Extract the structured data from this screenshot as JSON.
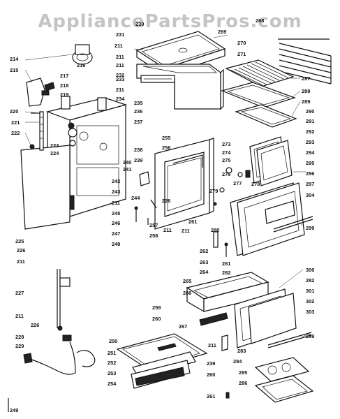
{
  "watermark": "AppliancePartsPros.com",
  "labels": [
    "214",
    "215",
    "216",
    "217",
    "218",
    "219",
    "220",
    "221",
    "222",
    "223",
    "224",
    "225",
    "226",
    "211",
    "226",
    "227",
    "211",
    "228",
    "229",
    "250",
    "251",
    "252",
    "253",
    "254",
    "211",
    "230",
    "231",
    "211",
    "211",
    "232",
    "211",
    "233",
    "234",
    "235",
    "236",
    "237",
    "238",
    "239",
    "240",
    "241",
    "242",
    "243",
    "211",
    "245",
    "246",
    "247",
    "248",
    "255",
    "256",
    "257",
    "258",
    "211",
    "244",
    "226",
    "268",
    "269",
    "270",
    "271",
    "287",
    "288",
    "289",
    "290",
    "291",
    "292",
    "293",
    "294",
    "295",
    "296",
    "297",
    "304",
    "299",
    "273",
    "274",
    "275",
    "276",
    "277",
    "278",
    "279",
    "280",
    "281",
    "282",
    "261",
    "262",
    "263",
    "264",
    "211",
    "265",
    "266",
    "259",
    "260",
    "267",
    "211",
    "283",
    "284",
    "239",
    "260",
    "261",
    "300",
    "282",
    "301",
    "302",
    "303",
    "299",
    "285",
    "286",
    "249"
  ]
}
